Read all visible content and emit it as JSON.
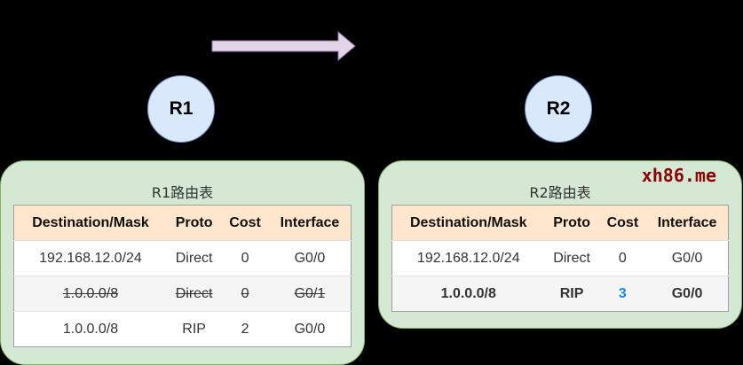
{
  "arrow": {
    "direction": "right",
    "color": "#e1d5e7",
    "stroke": "#9673a6"
  },
  "routers": [
    {
      "id": "R1",
      "label": "R1"
    },
    {
      "id": "R2",
      "label": "R2"
    }
  ],
  "colors": {
    "router_fill": "#dae8fc",
    "panel_fill": "#d5e8d4",
    "header_fill": "#ffe6cc",
    "highlight": "#1a87e6",
    "watermark": "#8b0000"
  },
  "watermark": "xh86.me",
  "tables": [
    {
      "title": "R1路由表",
      "headers": [
        "Destination/Mask",
        "Proto",
        "Cost",
        "Interface"
      ],
      "rows": [
        {
          "cells": [
            "192.168.12.0/24",
            "Direct",
            "0",
            "G0/0"
          ],
          "state": "normal"
        },
        {
          "cells": [
            "1.0.0.0/8",
            "Direct",
            "0",
            "G0/1"
          ],
          "state": "removed"
        },
        {
          "cells": [
            "1.0.0.0/8",
            "RIP",
            "2",
            "G0/0"
          ],
          "state": "normal"
        }
      ]
    },
    {
      "title": "R2路由表",
      "headers": [
        "Destination/Mask",
        "Proto",
        "Cost",
        "Interface"
      ],
      "rows": [
        {
          "cells": [
            "192.168.12.0/24",
            "Direct",
            "0",
            "G0/0"
          ],
          "state": "normal"
        },
        {
          "cells": [
            "1.0.0.0/8",
            "RIP",
            "3",
            "G0/0"
          ],
          "state": "updated"
        }
      ]
    }
  ]
}
